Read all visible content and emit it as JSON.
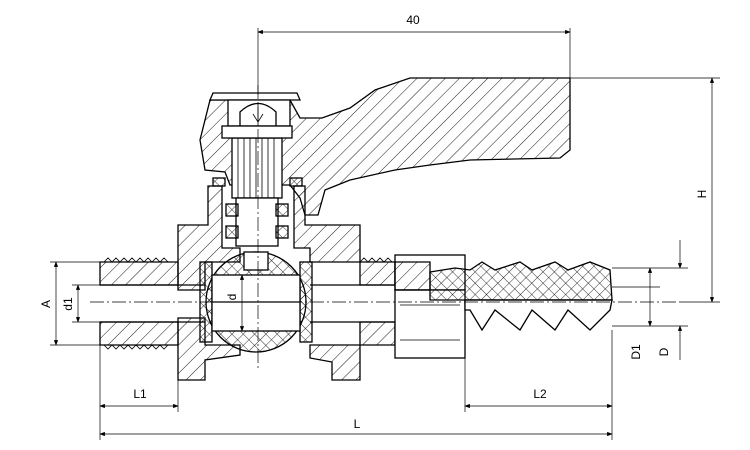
{
  "dimensions": {
    "top": "40",
    "height": "H",
    "outer_thread": "A",
    "inner_bore": "d1",
    "ball_bore": "d",
    "hose_outer": "D1",
    "hose_inner": "D",
    "left_length": "L1",
    "right_length": "L2",
    "total_length": "L"
  }
}
